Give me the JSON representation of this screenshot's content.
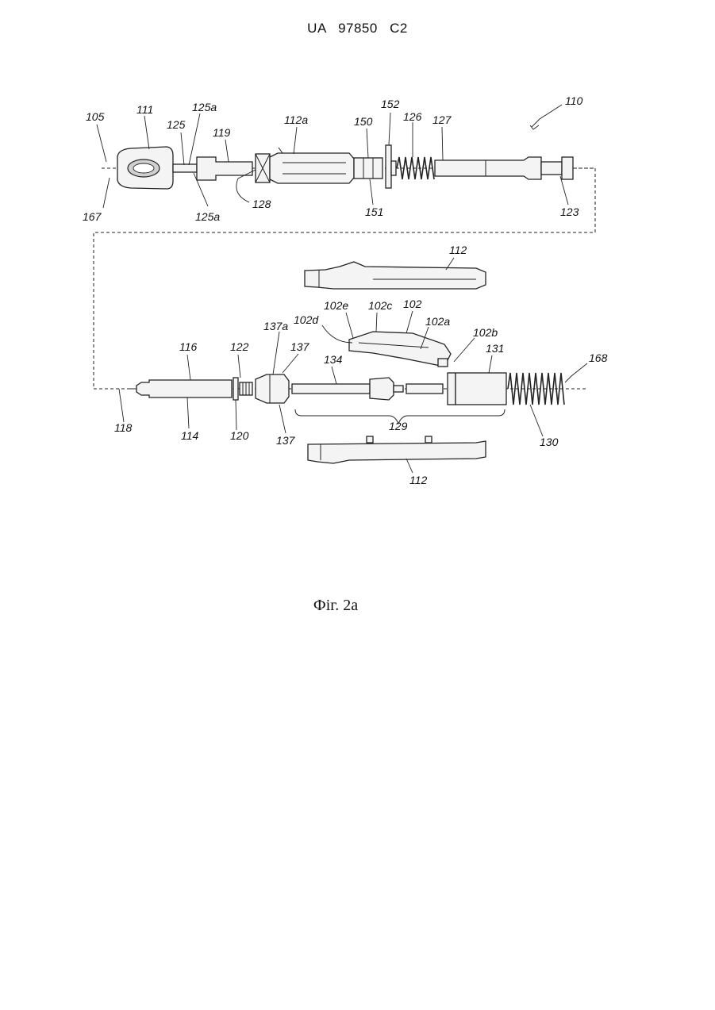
{
  "header": {
    "doc_id": "UA   97850   C2"
  },
  "figure": {
    "caption": "Фіг. 2a",
    "labels": {
      "l110": "110",
      "l105": "105",
      "l111": "111",
      "l125a_top": "125a",
      "l125": "125",
      "l119": "119",
      "l112a": "112a",
      "l150": "150",
      "l152": "152",
      "l126": "126",
      "l127": "127",
      "l167": "167",
      "l125a_bottom": "125a",
      "l128": "128",
      "l151": "151",
      "l123": "123",
      "l112_top": "112",
      "l102e": "102e",
      "l102c": "102c",
      "l102": "102",
      "l102d": "102d",
      "l102a": "102a",
      "l102b": "102b",
      "l131": "131",
      "l168": "168",
      "l116": "116",
      "l122": "122",
      "l137a": "137a",
      "l137_top": "137",
      "l134": "134",
      "l118": "118",
      "l114": "114",
      "l120": "120",
      "l137_bottom": "137",
      "l129": "129",
      "l130": "130",
      "l112_bottom": "112"
    }
  }
}
